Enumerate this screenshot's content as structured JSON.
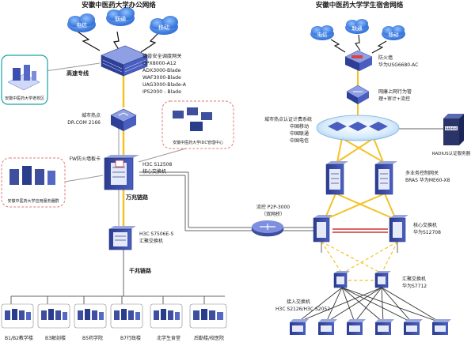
{
  "left": {
    "title": "安徽中医药大学办公网络",
    "clouds": [
      "电信",
      "联通",
      "移动"
    ],
    "fw_lines": [
      "德普安全调度网关",
      "DPX8000-A12",
      "ADX3000-Blade",
      "WAF3000-Blade",
      "UAG3000-Blade-A",
      "IPS2000 - Blade"
    ],
    "campus": "安徽中医药大学老校区",
    "highspeed": "高速专线",
    "isp_hot1": "城市热点",
    "isp_hot2": "DR.COM 2166",
    "idc": "安徽中医药大学IDC管理中心",
    "fw_card": "FW防火墙板卡",
    "core1": "H3C S12508",
    "core2": "核心交换机",
    "app_server": "安徽中医药大学应用服务器群",
    "tenG": "万兆链路",
    "agg1": "H3C S7506E-S",
    "agg2": "汇聚交换机",
    "oneG": "千兆链路",
    "buildings": [
      "B1/B2教学楼",
      "B3解剖楼",
      "B5药学院",
      "B7行政楼",
      "北学生食堂",
      "后勤楼/校医院"
    ]
  },
  "right": {
    "title": "安徽中医药大学学生宿舍网络",
    "clouds": [
      "电信",
      "联通",
      "移动"
    ],
    "fw1": "防火墙",
    "fw2": "华为USG6680-AC",
    "behavior1": "网康上网行为管",
    "behavior2": "理+审计+流控",
    "billing": [
      "城市热点认证计费系统",
      "中国移动",
      "中国联通",
      "中国电信"
    ],
    "radius": "RADIUS认证服务器",
    "radius_badge": "RADIUS",
    "bras1": "多业务控制网关",
    "bras2": "BRAS 华为ME60-X8",
    "flow1": "流控 P2P-3000",
    "flow2": "（双网桥）",
    "core1": "核心交换机",
    "core2": "华为S12708",
    "agg1": "汇聚交换机",
    "agg2": "华为S7712",
    "access1": "接入交换机",
    "access2": "H3C S2126/H3C S2052"
  }
}
